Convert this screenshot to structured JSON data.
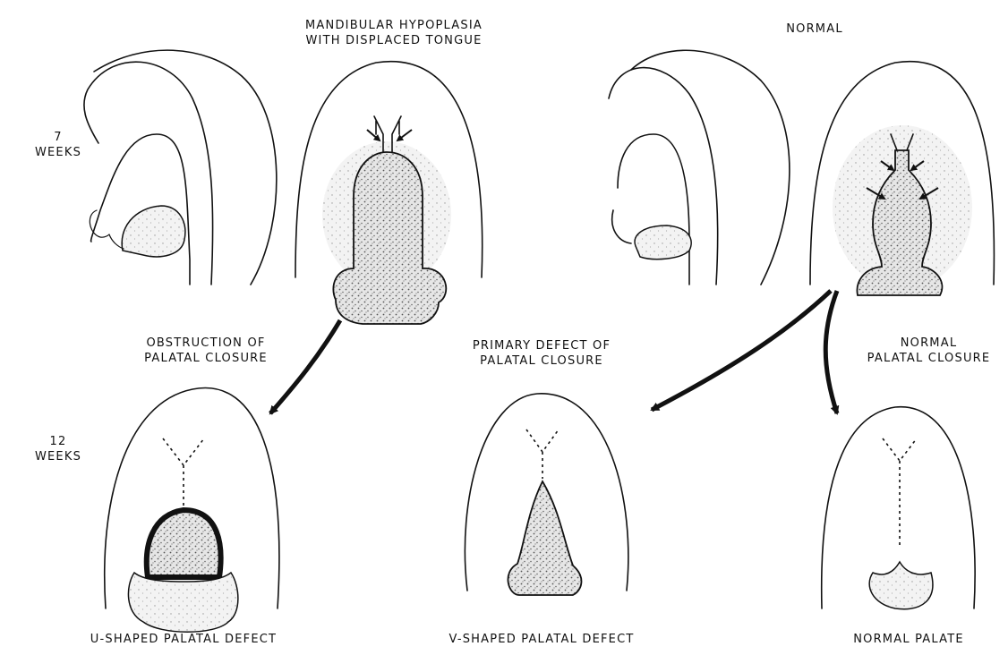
{
  "headings": {
    "left_line1": "MANDIBULAR HYPOPLASIA",
    "left_line2": "WITH DISPLACED TONGUE",
    "right": "NORMAL"
  },
  "ages": {
    "seven_num": "7",
    "seven_unit": "WEEKS",
    "twelve_num": "12",
    "twelve_unit": "WEEKS"
  },
  "processes": {
    "obstruction_line1": "OBSTRUCTION OF",
    "obstruction_line2": "PALATAL CLOSURE",
    "primary_line1": "PRIMARY DEFECT OF",
    "primary_line2": "PALATAL CLOSURE",
    "normal_line1": "NORMAL",
    "normal_line2": "PALATAL CLOSURE"
  },
  "outcomes": {
    "u_shaped": "U-SHAPED PALATAL DEFECT",
    "v_shaped": "V-SHAPED PALATAL DEFECT",
    "normal": "NORMAL PALATE"
  },
  "colors": {
    "ink": "#111111",
    "paper": "#ffffff",
    "stipple": "#7a7a7a"
  }
}
